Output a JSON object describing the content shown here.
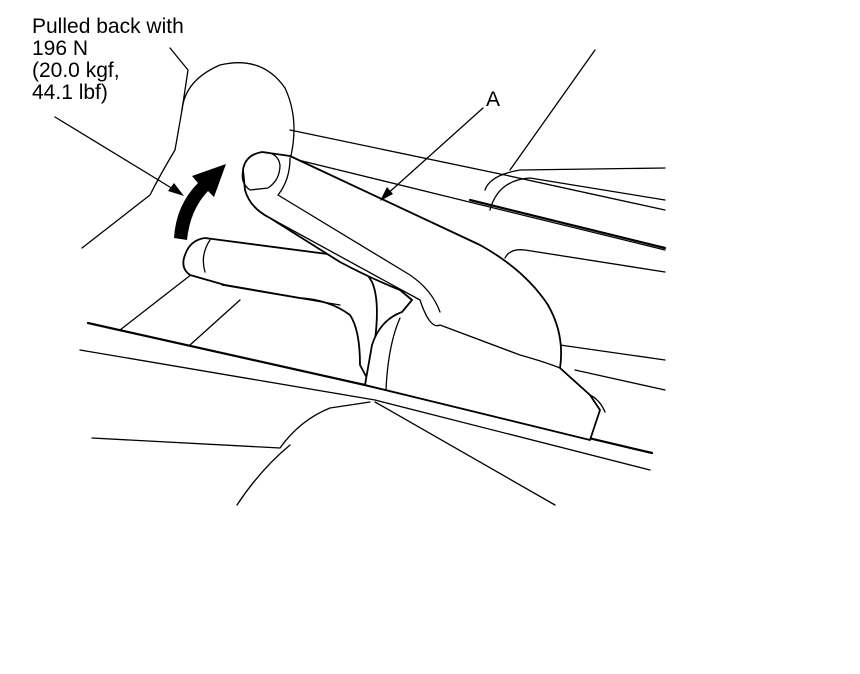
{
  "force_callout": {
    "lines": [
      "Pulled back with",
      "196 N",
      "(20.0 kgf,",
      "44.1 lbf)"
    ]
  },
  "part_label": "A",
  "colors": {
    "stroke": "#000000",
    "background": "#ffffff"
  },
  "icons": {
    "pull_direction": "curved-arrow-icon"
  }
}
